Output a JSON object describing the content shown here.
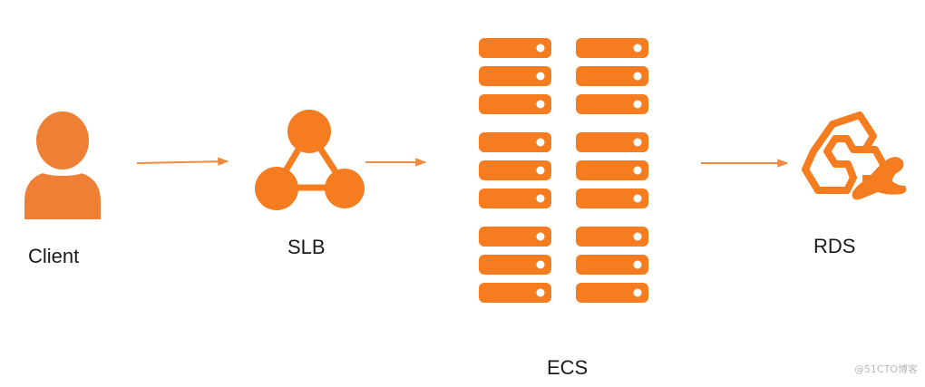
{
  "colors": {
    "accent": "#f57c1f",
    "person": "#ef7f35",
    "arrow": "#f08a3c",
    "server_dot": "#ffffff"
  },
  "nodes": [
    {
      "id": "client",
      "label": "Client",
      "icon": "user-icon"
    },
    {
      "id": "slb",
      "label": "SLB",
      "icon": "load-balancer-icon"
    },
    {
      "id": "ecs",
      "label": "ECS",
      "icon": "server-rack-icon"
    },
    {
      "id": "rds",
      "label": "RDS",
      "icon": "database-seal-icon"
    }
  ],
  "edges": [
    {
      "from": "client",
      "to": "slb"
    },
    {
      "from": "slb",
      "to": "ecs"
    },
    {
      "from": "ecs",
      "to": "rds"
    }
  ],
  "ecs_servers": {
    "columns": 2,
    "groups_per_column": 3,
    "units_per_group": 3
  },
  "watermark": "@51CTO博客"
}
